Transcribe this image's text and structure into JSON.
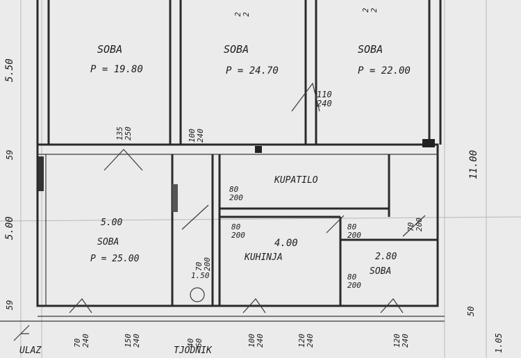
{
  "rooms": [
    {
      "name": "SOBA",
      "area": "P = 19.80"
    },
    {
      "name": "SOBA",
      "area": "P = 24.70"
    },
    {
      "name": "SOBA",
      "area": "P = 22.00"
    },
    {
      "name": "KUPATILO",
      "area": ""
    },
    {
      "name": "SOBA",
      "area": "P = 25.00"
    },
    {
      "name": "KUHINJA",
      "area": ""
    },
    {
      "name": "SOBA",
      "area": ""
    }
  ],
  "labels": {
    "entrance": "ULAZ",
    "porch": "TJODNIK"
  },
  "dims": {
    "left_top": "5.50",
    "left_mid": "5.00",
    "left_59_top": "59",
    "left_59_bot": "59",
    "right_total": "11.00",
    "right_50": "50",
    "right_105": "1.05",
    "soba_width": "5.00",
    "kuhinja_width": "4.00",
    "soba_small_width": "2.80",
    "stair": "1.50",
    "d1": "135\n250",
    "d2": "100\n240",
    "d3": "110\n240",
    "d4": "80\n200",
    "d5": "80\n200",
    "d6": "80\n200",
    "d7": "70\n200",
    "d8": "80\n200",
    "d9": "70\n200",
    "w1": "70\n240",
    "w2": "150\n240",
    "w3": "40\n60",
    "w4": "100\n240",
    "w5": "120\n240",
    "w6": "120\n240",
    "top1": "2\n2",
    "top2": "2\n2"
  }
}
